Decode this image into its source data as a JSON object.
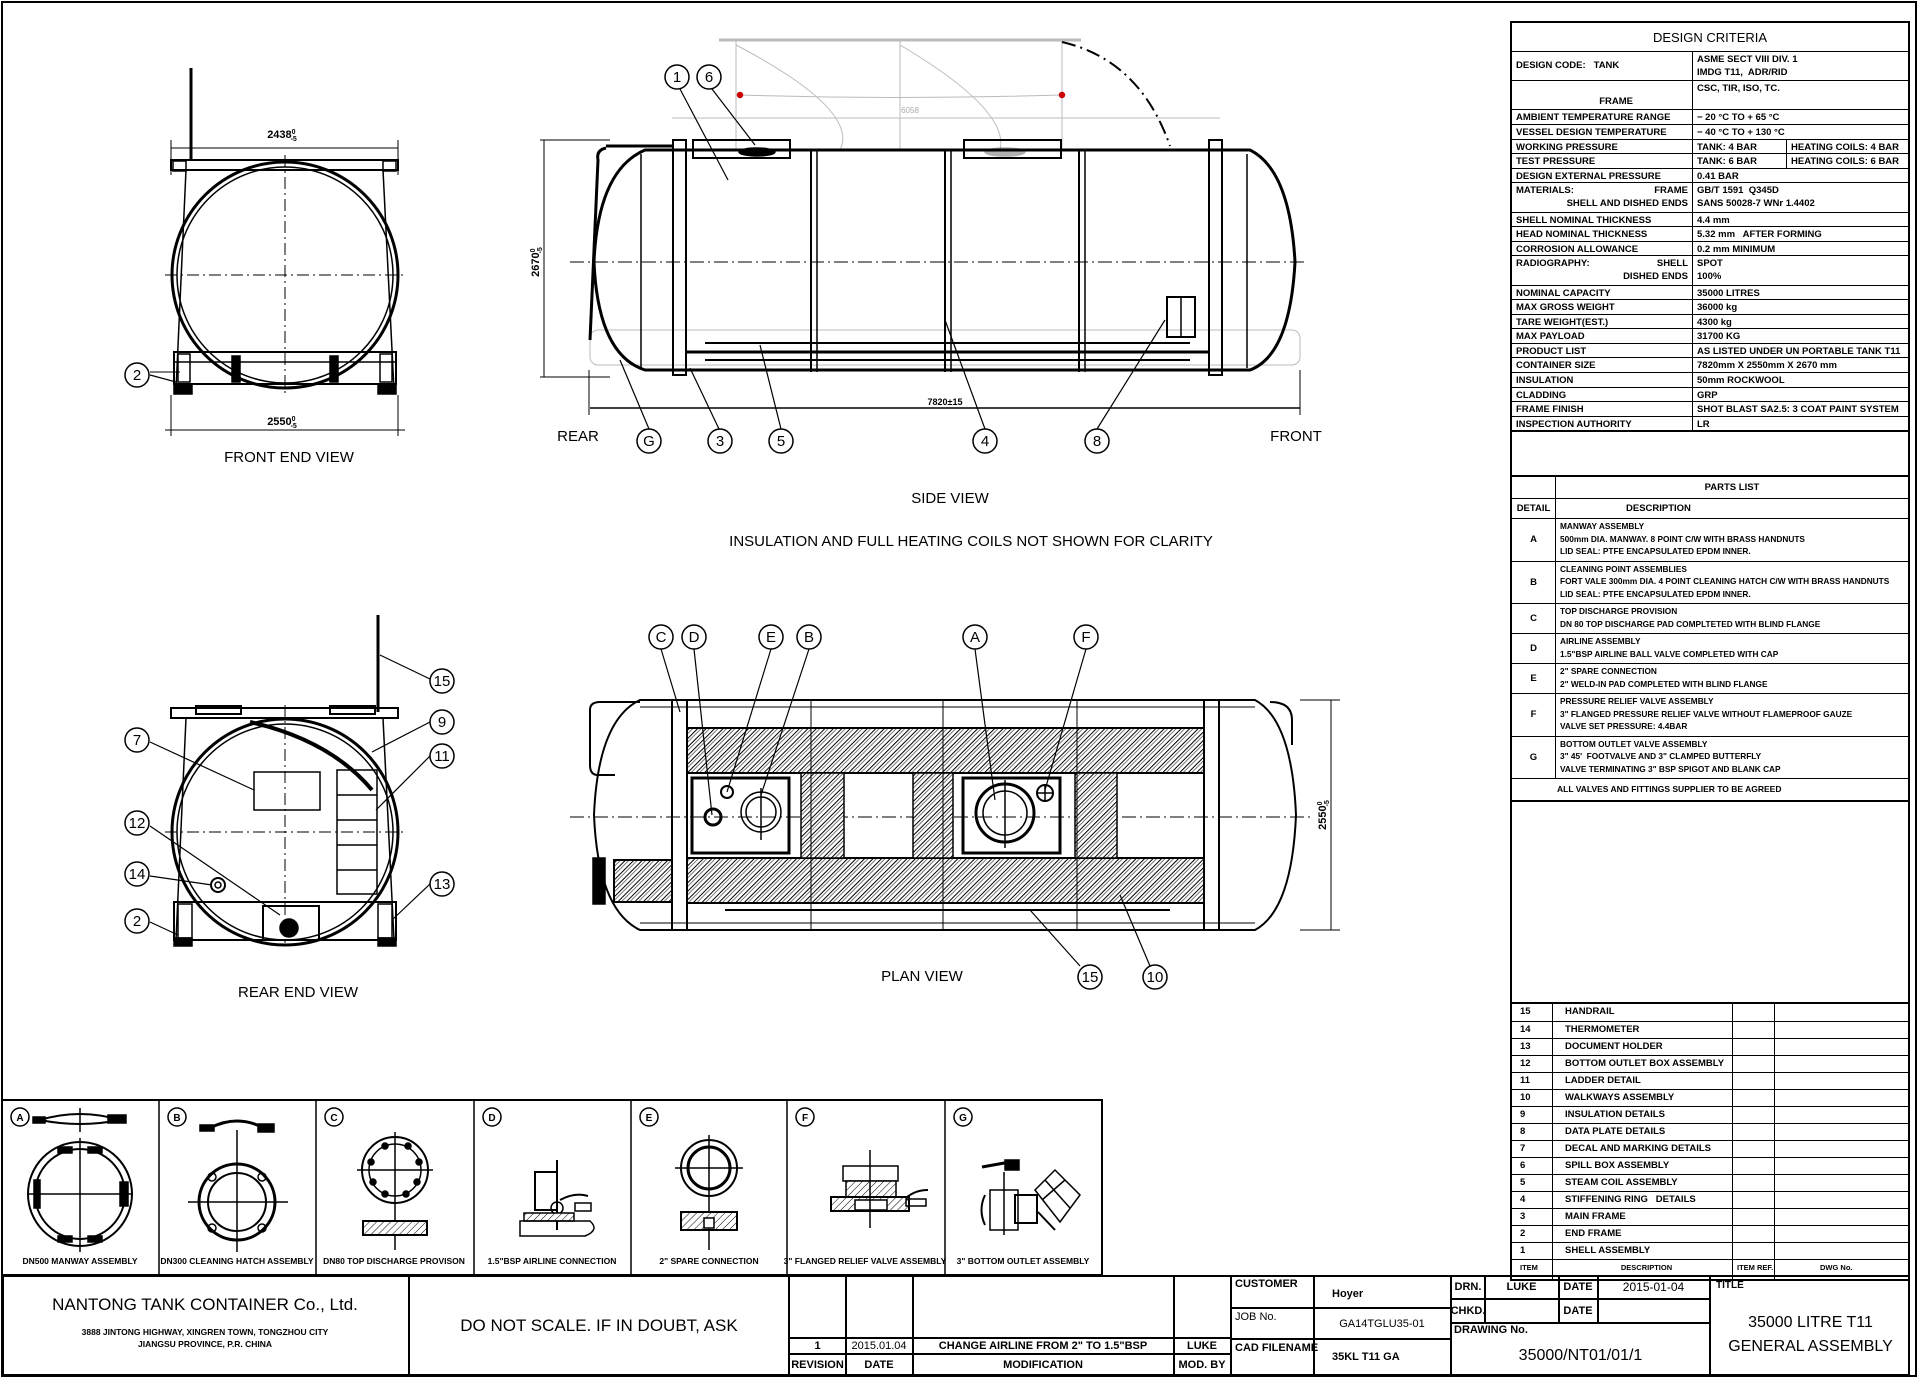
{
  "views": {
    "front_end_view": "FRONT END VIEW",
    "rear_end_view": "REAR END VIEW",
    "side_view": "SIDE VIEW",
    "plan_view": "PLAN VIEW",
    "note": "INSULATION AND FULL HEATING COILS NOT SHOWN FOR CLARITY",
    "rear": "REAR",
    "front": "FRONT"
  },
  "dimensions": {
    "front_width": {
      "value": "2438",
      "upper": "0",
      "lower": "-5"
    },
    "front_base": {
      "value": "2550",
      "upper": "0",
      "lower": "-5"
    },
    "side_height": {
      "value": "2670",
      "upper": "0",
      "lower": "-5"
    },
    "side_length": "7820±15",
    "ghost_length": "6058",
    "plan_width": {
      "value": "2550",
      "upper": "0",
      "lower": "-5"
    }
  },
  "balloons": {
    "front_end": [
      "2"
    ],
    "side": [
      "1",
      "6",
      "G",
      "3",
      "5",
      "4",
      "8"
    ],
    "plan": [
      "C",
      "D",
      "E",
      "B",
      "A",
      "F",
      "15",
      "10"
    ],
    "rear_end": [
      "15",
      "9",
      "11",
      "7",
      "12",
      "14",
      "13",
      "2"
    ]
  },
  "details": [
    {
      "letter": "A",
      "caption": "DN500 MANWAY ASSEMBLY"
    },
    {
      "letter": "B",
      "caption": "DN300 CLEANING HATCH ASSEMBLY"
    },
    {
      "letter": "C",
      "caption": "DN80 TOP DISCHARGE PROVISON"
    },
    {
      "letter": "D",
      "caption": "1.5\"BSP AIRLINE CONNECTION"
    },
    {
      "letter": "E",
      "caption": "2\" SPARE CONNECTION"
    },
    {
      "letter": "F",
      "caption": "3\" FLANGED RELIEF VALVE ASSEMBLY"
    },
    {
      "letter": "G",
      "caption": "3\" BOTTOM OUTLET ASSEMBLY"
    }
  ],
  "design_criteria": {
    "title": "DESIGN CRITERIA",
    "rows": [
      {
        "label": [
          "DESIGN CODE:   TANK"
        ],
        "value": [
          "ASME SECT VIII DIV. 1",
          "IMDG T11,  ADR/RID"
        ]
      },
      {
        "label_right": [
          "",
          "FRAME"
        ],
        "value": [
          "",
          "CSC, TIR, ISO, TC."
        ]
      },
      {
        "label": [
          "AMBIENT TEMPERATURE RANGE"
        ],
        "value": [
          "− 20 °C TO + 65 °C"
        ]
      },
      {
        "label": [
          "VESSEL DESIGN TEMPERATURE"
        ],
        "value": [
          "− 40 °C TO + 130 °C"
        ]
      },
      {
        "label": [
          "WORKING PRESSURE"
        ],
        "value": [
          "TANK: 4 BAR"
        ],
        "value2": [
          "HEATING COILS: 4 BAR"
        ]
      },
      {
        "label": [
          "TEST PRESSURE"
        ],
        "value": [
          "TANK: 6 BAR"
        ],
        "value2": [
          "HEATING COILS: 6 BAR"
        ]
      },
      {
        "label": [
          "DESIGN EXTERNAL PRESSURE"
        ],
        "value": [
          "0.41 BAR"
        ]
      },
      {
        "label": [
          "MATERIALS:"
        ],
        "label_right": [
          "FRAME",
          "SHELL AND DISHED ENDS"
        ],
        "value": [
          "GB/T 1591  Q345D",
          "SANS 50028-7 WNr 1.4402"
        ]
      },
      {
        "label": [
          "SHELL NOMINAL THICKNESS"
        ],
        "value": [
          "4.4 mm"
        ]
      },
      {
        "label": [
          "HEAD NOMINAL THICKNESS"
        ],
        "value": [
          "5.32 mm   AFTER FORMING"
        ]
      },
      {
        "label": [
          "CORROSION ALLOWANCE"
        ],
        "value": [
          "0.2 mm MINIMUM"
        ]
      },
      {
        "label": [
          "RADIOGRAPHY:"
        ],
        "label_right": [
          "SHELL",
          "DISHED ENDS"
        ],
        "value": [
          "SPOT",
          "100%"
        ]
      },
      {
        "label": [
          "NOMINAL CAPACITY"
        ],
        "value": [
          "35000 LITRES"
        ]
      },
      {
        "label": [
          "MAX GROSS WEIGHT"
        ],
        "value": [
          "36000 kg"
        ]
      },
      {
        "label": [
          "TARE WEIGHT(EST.)"
        ],
        "value": [
          "4300 kg"
        ]
      },
      {
        "label": [
          "MAX PAYLOAD"
        ],
        "value": [
          "31700 KG"
        ]
      },
      {
        "label": [
          "PRODUCT LIST"
        ],
        "value": [
          "AS LISTED UNDER UN PORTABLE TANK T11"
        ]
      },
      {
        "label": [
          "CONTAINER SIZE"
        ],
        "value": [
          "7820mm X 2550mm X 2670 mm"
        ]
      },
      {
        "label": [
          "INSULATION"
        ],
        "value": [
          "50mm ROCKWOOL"
        ]
      },
      {
        "label": [
          "CLADDING"
        ],
        "value": [
          "GRP"
        ]
      },
      {
        "label": [
          "FRAME FINISH"
        ],
        "value": [
          "SHOT BLAST SA2.5: 3 COAT PAINT SYSTEM"
        ]
      },
      {
        "label": [
          "INSPECTION AUTHORITY"
        ],
        "value": [
          "LR"
        ]
      }
    ]
  },
  "parts_list": {
    "title": "PARTS LIST",
    "col_detail": "DETAIL",
    "col_description": "DESCRIPTION",
    "rows": [
      {
        "detail": "A",
        "lines": [
          "MANWAY ASSEMBLY",
          "500mm DIA. MANWAY. 8 POINT C/W WITH BRASS HANDNUTS",
          "LID SEAL: PTFE ENCAPSULATED EPDM INNER."
        ]
      },
      {
        "detail": "B",
        "lines": [
          "CLEANING POINT ASSEMBLIES",
          "FORT VALE 300mm DIA. 4 POINT CLEANING HATCH C/W WITH BRASS HANDNUTS",
          "LID SEAL: PTFE ENCAPSULATED EPDM INNER."
        ]
      },
      {
        "detail": "C",
        "lines": [
          "TOP DISCHARGE PROVISION",
          "DN 80 TOP DISCHARGE PAD COMPLTETED WITH BLIND FLANGE"
        ]
      },
      {
        "detail": "D",
        "lines": [
          "AIRLINE ASSEMBLY",
          "1.5\"BSP AIRLINE BALL VALVE COMPLETED WITH CAP"
        ]
      },
      {
        "detail": "E",
        "lines": [
          "2\" SPARE CONNECTION",
          "2\" WELD-IN PAD COMPLETED WITH BLIND FLANGE"
        ]
      },
      {
        "detail": "F",
        "lines": [
          "PRESSURE RELIEF VALVE ASSEMBLY",
          "3\" FLANGED PRESSURE RELIEF VALVE WITHOUT FLAMEPROOF GAUZE",
          "VALVE SET PRESSURE: 4.4BAR"
        ]
      },
      {
        "detail": "G",
        "lines": [
          "BOTTOM OUTLET VALVE ASSEMBLY",
          "3\" 45'  FOOTVALVE AND 3\" CLAMPED BUTTERFLY",
          "VALVE TERMINATING 3\" BSP SPIGOT AND BLANK CAP"
        ]
      }
    ],
    "footer": "ALL VALVES AND FITTINGS SUPPLIER TO BE AGREED"
  },
  "items_list": {
    "rows": [
      {
        "item": "15",
        "description": "HANDRAIL"
      },
      {
        "item": "14",
        "description": "THERMOMETER"
      },
      {
        "item": "13",
        "description": "DOCUMENT HOLDER"
      },
      {
        "item": "12",
        "description": "BOTTOM OUTLET BOX ASSEMBLY"
      },
      {
        "item": "11",
        "description": "LADDER DETAIL"
      },
      {
        "item": "10",
        "description": "WALKWAYS ASSEMBLY"
      },
      {
        "item": "9",
        "description": "INSULATION DETAILS"
      },
      {
        "item": "8",
        "description": "DATA PLATE DETAILS"
      },
      {
        "item": "7",
        "description": "DECAL AND MARKING DETAILS"
      },
      {
        "item": "6",
        "description": "SPILL BOX ASSEMBLY"
      },
      {
        "item": "5",
        "description": "STEAM COIL ASSEMBLY"
      },
      {
        "item": "4",
        "description": "STIFFENING RING   DETAILS"
      },
      {
        "item": "3",
        "description": "MAIN FRAME"
      },
      {
        "item": "2",
        "description": "END FRAME"
      },
      {
        "item": "1",
        "description": "SHELL ASSEMBLY"
      }
    ],
    "headers": {
      "item": "ITEM",
      "description": "DESCRIPTION",
      "item_ref": "ITEM REF.",
      "dwg_no": "DWG No."
    }
  },
  "title_block": {
    "company": "NANTONG TANK CONTAINER Co., Ltd.",
    "address_line1": "3888 JINTONG HIGHWAY, XINGREN TOWN, TONGZHOU CITY",
    "address_line2": "JIANGSU PROVINCE, P.R. CHINA",
    "warning": "DO NOT SCALE. IF IN DOUBT, ASK",
    "revision": {
      "number": "1",
      "date": "2015.01.04",
      "modification": "CHANGE AIRLINE FROM 2\" TO 1.5\"BSP",
      "mod_by": "LUKE",
      "headers": {
        "revision": "REVISION",
        "date": "DATE",
        "modification": "MODIFICATION",
        "mod_by": "MOD. BY"
      }
    },
    "customer_label": "CUSTOMER",
    "customer": "Hoyer",
    "job_label": "JOB No.",
    "job": "GA14TGLU35-01",
    "cad_label": "CAD FILENAME",
    "cad": "35KL T11 GA",
    "drn_label": "DRN.",
    "drn": "LUKE",
    "date_label": "DATE",
    "date": "2015-01-04",
    "chkd_label": "CHKD.",
    "chkd_date_label": "DATE",
    "drawing_no_label": "DRAWING No.",
    "drawing_no": "35000/NT01/01/1",
    "title_label": "TITLE",
    "title_line1": "35000 LITRE T11",
    "title_line2": "GENERAL ASSEMBLY"
  }
}
